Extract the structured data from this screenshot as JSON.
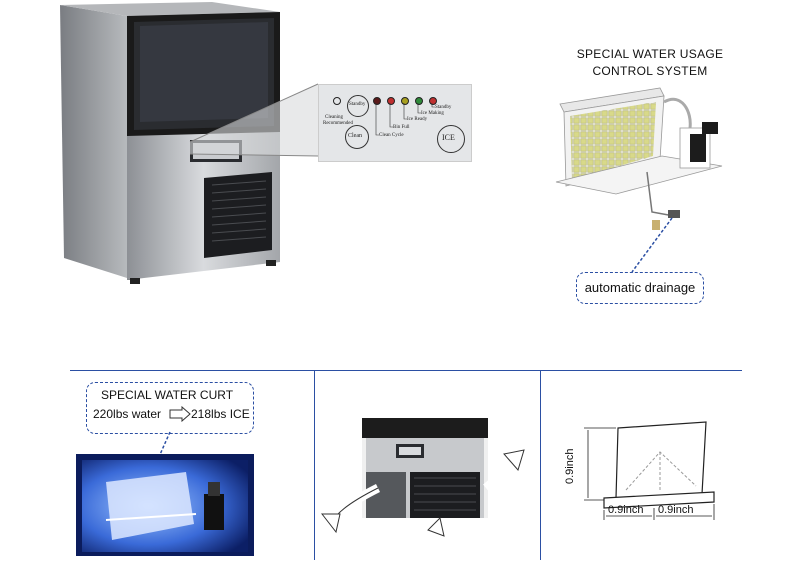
{
  "top_right": {
    "title_line1": "SPECIAL WATER USAGE",
    "title_line2": "CONTROL SYSTEM",
    "drain_label": "automatic drainage"
  },
  "panel": {
    "labels": {
      "cleaning": "Cleaning",
      "recommended": "Recommended",
      "standby_left": "Standby",
      "clean": "Clean",
      "clean_cycle": "Clean Cycle",
      "bin_full": "Bin Full",
      "ice_ready": "Ice Ready",
      "ice_making": "Ice Making",
      "standby_right": "Standby",
      "ice_button": "ICE"
    },
    "led_colors": [
      "#3a5fa0",
      "#b3262a",
      "#c03030",
      "#a8a020",
      "#c03030"
    ]
  },
  "water_curtain": {
    "title": "SPECIAL WATER CURT",
    "water": "220lbs water",
    "ice": "218lbs ICE"
  },
  "cube_dims": {
    "height": "0.9inch",
    "width_left": "0.9inch",
    "width_right": "0.9inch"
  }
}
